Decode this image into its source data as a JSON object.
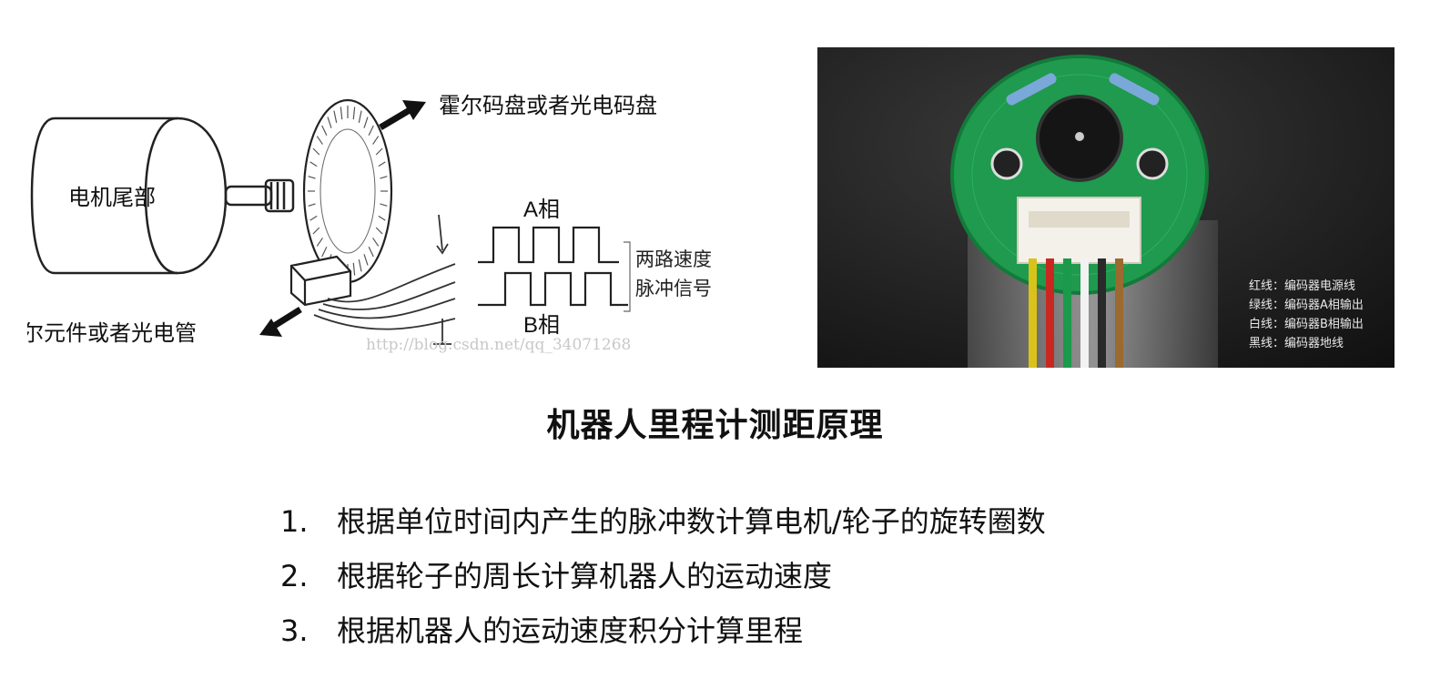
{
  "diagram": {
    "motor_label": "电机尾部",
    "disc_label": "霍尔码盘或者光电码盘",
    "sensor_label": "霍尔元件或者光电管",
    "phase_a": "A相",
    "phase_b": "B相",
    "signal_line1": "两路速度",
    "signal_line2": "脉冲信号",
    "watermark": "http://blog.csdn.net/qq_34071268"
  },
  "photo": {
    "legend": [
      "红线：编码器电源线",
      "绿线：编码器A相输出",
      "白线：编码器B相输出",
      "黑线：编码器地线"
    ],
    "wire_colors": [
      "#d9c21a",
      "#c8281f",
      "#1a9a4a",
      "#f2f2f2",
      "#2a2a2a",
      "#9a6a30"
    ]
  },
  "title": "机器人里程计测距原理",
  "steps": [
    {
      "num": "1.",
      "text": "根据单位时间内产生的脉冲数计算电机/轮子的旋转圈数"
    },
    {
      "num": "2.",
      "text": "根据轮子的周长计算机器人的运动速度"
    },
    {
      "num": "3.",
      "text": "根据机器人的运动速度积分计算里程"
    }
  ]
}
